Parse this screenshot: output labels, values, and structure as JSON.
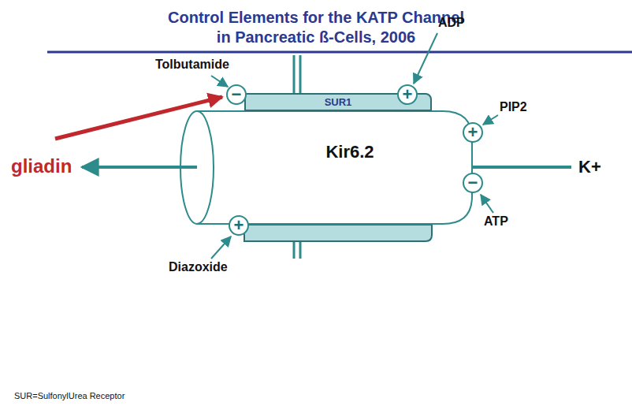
{
  "diagram": {
    "title": "Control Elements for the KATP Channel in Pancreatic ß-Cells, 2006",
    "nodes": [
      {
        "text": [
          "−"
        ]
      },
      {
        "text": [
          "SUR1"
        ]
      },
      {
        "text": [
          "+"
        ]
      },
      {
        "text": [
          "+"
        ]
      },
      {
        "text": [
          "Kir6.2"
        ]
      },
      {
        "text": [
          "−"
        ]
      },
      {
        "text": [
          "+"
        ]
      }
    ],
    "labels": [
      "Tolbutamide",
      "ADP",
      "PIP2",
      "gliadin",
      "K+",
      "ATP",
      "Diazoxide",
      "SUR=SulfonylUrea Receptor"
    ]
  }
}
